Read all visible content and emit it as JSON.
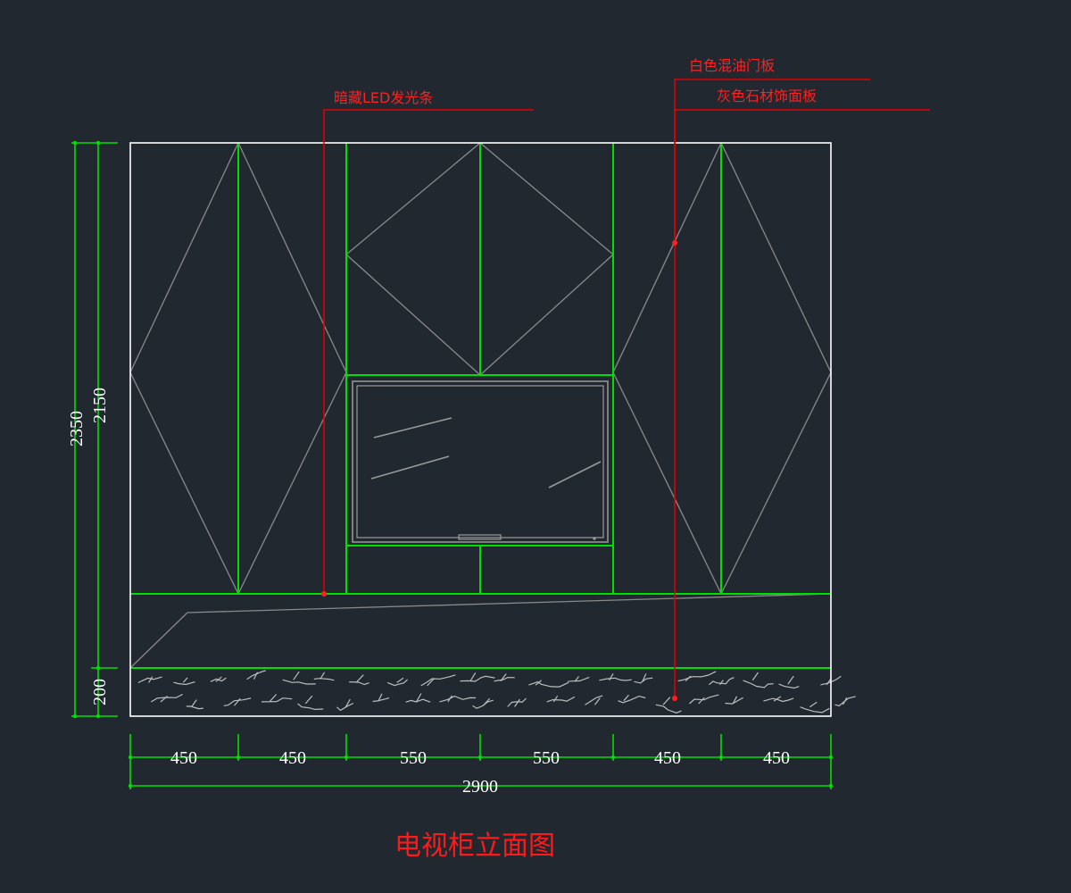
{
  "drawing": {
    "title": "电视柜立面图",
    "background": "#212830",
    "colors": {
      "outline": "#ffffff",
      "panel_lines": "#00e000",
      "pattern_lines": "#8a8a8a",
      "leader_lines": "#e00000",
      "label_text": "#ff2020"
    }
  },
  "annotations": {
    "hidden_led": "暗藏LED发光条",
    "white_door": "白色混油门板",
    "grey_stone": "灰色石材饰面板"
  },
  "dimensions": {
    "total_height": "2350",
    "upper_height": "2150",
    "base_height": "200",
    "total_width": "2900",
    "segments": [
      "450",
      "450",
      "550",
      "550",
      "450",
      "450"
    ]
  }
}
